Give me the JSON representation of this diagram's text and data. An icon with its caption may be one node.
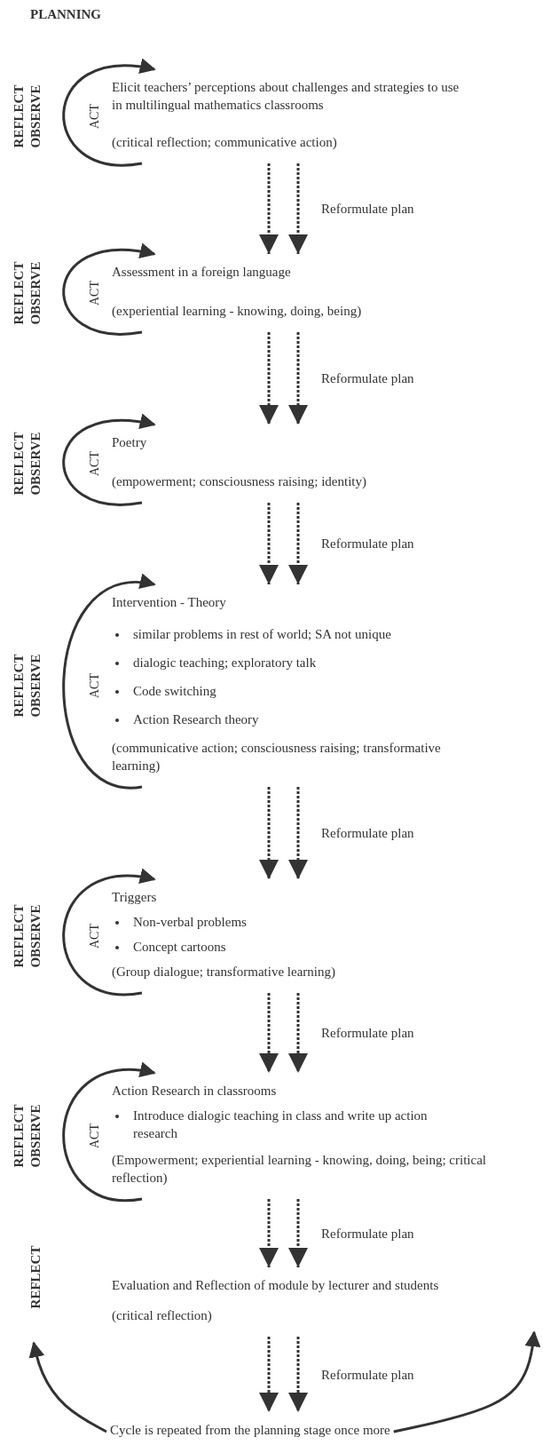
{
  "diagram": {
    "title": "PLANNING",
    "nodes": [
      {
        "text": [
          "Elicit teachers’ perceptions about challenges and strategies to use in multilingual mathematics classrooms",
          "(critical reflection; communicative action)"
        ]
      },
      {
        "text": [
          "Assessment in a foreign language",
          "(experiential learning - knowing, doing, being)"
        ]
      },
      {
        "text": [
          "Poetry",
          "(empowerment; consciousness raising; identity)"
        ]
      },
      {
        "text": [
          "Intervention - Theory",
          "similar problems in rest of world; SA not unique",
          "dialogic teaching; exploratory talk",
          "Code switching",
          "Action Research theory",
          "(communicative action; consciousness raising; transformative learning)"
        ]
      },
      {
        "text": [
          "Triggers",
          "Non-verbal problems",
          "Concept cartoons",
          "(Group dialogue; transformative learning)"
        ]
      },
      {
        "text": [
          "Action Research in classrooms",
          "Introduce dialogic teaching in class and write up action research",
          "(Empowerment; experiential learning - knowing, doing, being; critical reflection)"
        ]
      },
      {
        "text": [
          "Evaluation and Reflection of module by lecturer and students",
          "(critical reflection)"
        ]
      },
      {
        "text": [
          "Cycle is repeated from the planning stage once more"
        ]
      }
    ],
    "edges": [
      {
        "from": null,
        "to": 0,
        "arrow": "to",
        "label": "ACT"
      },
      {
        "from": 0,
        "to": 1,
        "arrow": "to",
        "style": "dashed"
      },
      {
        "from": 0,
        "to": 1,
        "arrow": "to",
        "style": "dashed",
        "label": "Reformulate plan"
      },
      {
        "from": null,
        "to": 1,
        "arrow": "to",
        "label": "ACT"
      },
      {
        "from": 1,
        "to": 2,
        "arrow": "to",
        "style": "dashed"
      },
      {
        "from": 1,
        "to": 2,
        "arrow": "to",
        "style": "dashed",
        "label": "Reformulate plan"
      },
      {
        "from": null,
        "to": 2,
        "arrow": "to",
        "label": "ACT"
      },
      {
        "from": 2,
        "to": 3,
        "arrow": "to",
        "style": "dashed"
      },
      {
        "from": 2,
        "to": 3,
        "arrow": "to",
        "style": "dashed",
        "label": "Reformulate plan"
      },
      {
        "from": null,
        "to": 3,
        "arrow": "to",
        "label": "ACT"
      },
      {
        "from": 3,
        "to": 4,
        "arrow": "to",
        "style": "dashed"
      },
      {
        "from": 3,
        "to": 4,
        "arrow": "to",
        "style": "dashed",
        "label": "Reformulate plan"
      },
      {
        "from": null,
        "to": 4,
        "arrow": "to",
        "label": "ACT"
      },
      {
        "from": 4,
        "to": 5,
        "arrow": "to",
        "style": "dashed"
      },
      {
        "from": 4,
        "to": 5,
        "arrow": "to",
        "style": "dashed",
        "label": "Reformulate plan"
      },
      {
        "from": null,
        "to": 5,
        "arrow": "to",
        "label": "ACT"
      },
      {
        "from": 5,
        "to": 6,
        "arrow": "to",
        "style": "dashed"
      },
      {
        "from": 5,
        "to": 6,
        "arrow": "to",
        "style": "dashed",
        "label": "Reformulate plan"
      },
      {
        "from": 6,
        "to": 7,
        "arrow": "to",
        "style": "dashed"
      },
      {
        "from": 6,
        "to": 7,
        "arrow": "to",
        "style": "dashed",
        "label": "Reformulate plan"
      },
      {
        "from": 7,
        "to": null,
        "arrow": "to"
      },
      {
        "from": 7,
        "to": null,
        "arrow": "to"
      }
    ],
    "labels": [
      "REFLECT",
      "OBSERVE",
      "REFLECT",
      "OBSERVE",
      "REFLECT",
      "OBSERVE",
      "REFLECT",
      "OBSERVE",
      "REFLECT",
      "OBSERVE",
      "REFLECT",
      "OBSERVE",
      "REFLECT"
    ]
  }
}
